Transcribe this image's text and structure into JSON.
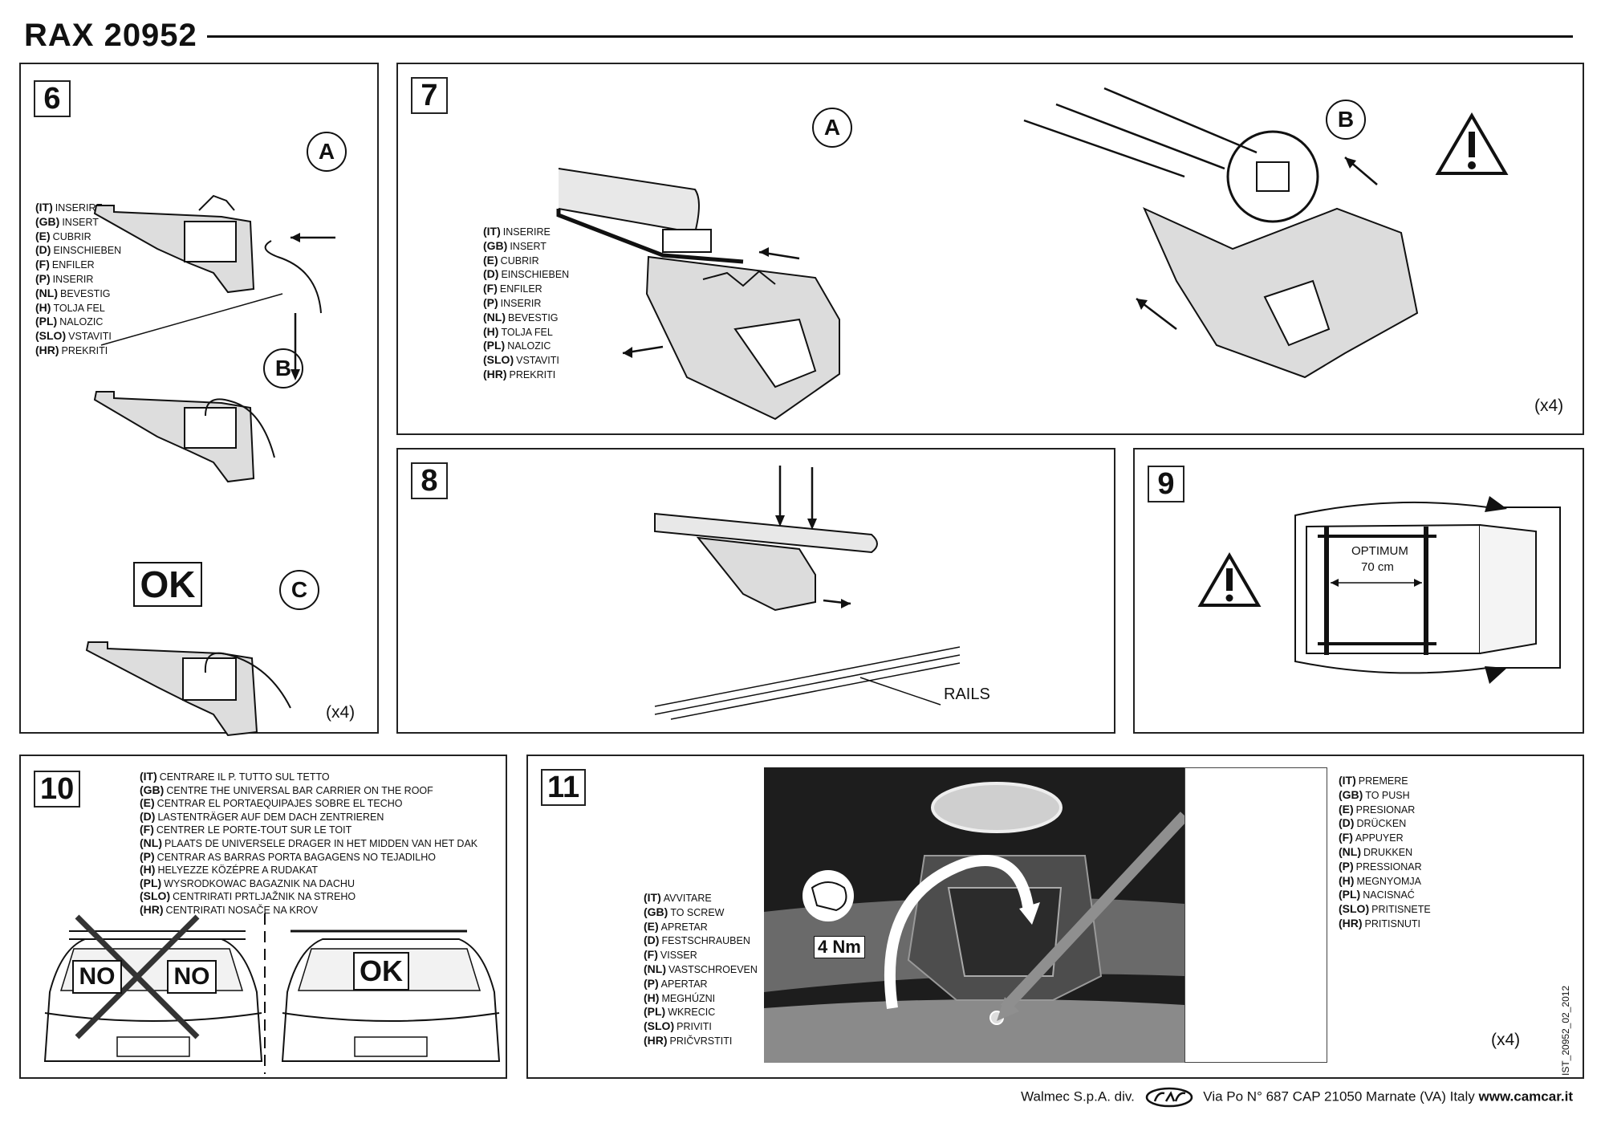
{
  "doc": {
    "title": "RAX 20952",
    "footer": {
      "company": "Walmec S.p.A. div.",
      "address": "Via Po N° 687 CAP 21050 Marnate (VA) Italy",
      "website": "www.camcar.it"
    },
    "side_code": "IST_20952_02_2012"
  },
  "panel6": {
    "number": "6",
    "labels": {
      "a": "A",
      "b": "B",
      "c": "C"
    },
    "ok": "OK",
    "count": "(x4)",
    "instructions": [
      {
        "code": "(IT)",
        "text": "INSERIRE"
      },
      {
        "code": "(GB)",
        "text": "INSERT"
      },
      {
        "code": "(E)",
        "text": "CUBRIR"
      },
      {
        "code": "(D)",
        "text": "EINSCHIEBEN"
      },
      {
        "code": "(F)",
        "text": "ENFILER"
      },
      {
        "code": "(P)",
        "text": "INSERIR"
      },
      {
        "code": "(NL)",
        "text": "BEVESTIG"
      },
      {
        "code": "(H)",
        "text": "TOLJA FEL"
      },
      {
        "code": "(PL)",
        "text": "NALOZIC"
      },
      {
        "code": "(SLO)",
        "text": "VSTAVITI"
      },
      {
        "code": "(HR)",
        "text": "PREKRITI"
      }
    ]
  },
  "panel7": {
    "number": "7",
    "labels": {
      "a": "A",
      "b": "B"
    },
    "count": "(x4)",
    "instructions": [
      {
        "code": "(IT)",
        "text": "INSERIRE"
      },
      {
        "code": "(GB)",
        "text": "INSERT"
      },
      {
        "code": "(E)",
        "text": "CUBRIR"
      },
      {
        "code": "(D)",
        "text": "EINSCHIEBEN"
      },
      {
        "code": "(F)",
        "text": "ENFILER"
      },
      {
        "code": "(P)",
        "text": "INSERIR"
      },
      {
        "code": "(NL)",
        "text": "BEVESTIG"
      },
      {
        "code": "(H)",
        "text": "TOLJA FEL"
      },
      {
        "code": "(PL)",
        "text": "NALOZIC"
      },
      {
        "code": "(SLO)",
        "text": "VSTAVITI"
      },
      {
        "code": "(HR)",
        "text": "PREKRITI"
      }
    ]
  },
  "panel8": {
    "number": "8",
    "rails_label": "RAILS"
  },
  "panel9": {
    "number": "9",
    "optimum_label": "OPTIMUM",
    "optimum_value": "70 cm"
  },
  "panel10": {
    "number": "10",
    "no_label": "NO",
    "ok_label": "OK",
    "instructions": [
      {
        "code": "(IT)",
        "text": "CENTRARE IL P. TUTTO SUL TETTO"
      },
      {
        "code": "(GB)",
        "text": "CENTRE THE UNIVERSAL BAR CARRIER ON THE ROOF"
      },
      {
        "code": "(E)",
        "text": "CENTRAR EL PORTAEQUIPAJES SOBRE EL TECHO"
      },
      {
        "code": "(D)",
        "text": "LASTENTRÄGER AUF DEM DACH ZENTRIEREN"
      },
      {
        "code": "(F)",
        "text": "CENTRER LE PORTE-TOUT SUR LE TOIT"
      },
      {
        "code": "(NL)",
        "text": "PLAATS DE UNIVERSELE DRAGER IN HET MIDDEN VAN HET DAK"
      },
      {
        "code": "(P)",
        "text": "CENTRAR AS BARRAS PORTA BAGAGENS NO TEJADILHO"
      },
      {
        "code": "(H)",
        "text": "HELYEZZE KÖZÉPRE A RUDAKAT"
      },
      {
        "code": "(PL)",
        "text": "WYSRODKOWAC BAGAZNIK NA DACHU"
      },
      {
        "code": "(SLO)",
        "text": "CENTRIRATI PRTLJAŽNIK NA STREHO"
      },
      {
        "code": "(HR)",
        "text": "CENTRIRATI NOSAČE NA KROV"
      }
    ]
  },
  "panel11": {
    "number": "11",
    "torque": "4 Nm",
    "count": "(x4)",
    "instructions_left": [
      {
        "code": "(IT)",
        "text": "AVVITARE"
      },
      {
        "code": "(GB)",
        "text": "TO SCREW"
      },
      {
        "code": "(E)",
        "text": "APRETAR"
      },
      {
        "code": "(D)",
        "text": "FESTSCHRAUBEN"
      },
      {
        "code": "(F)",
        "text": "VISSER"
      },
      {
        "code": "(NL)",
        "text": "VASTSCHROEVEN"
      },
      {
        "code": "(P)",
        "text": "APERTAR"
      },
      {
        "code": "(H)",
        "text": "MEGHÚZNI"
      },
      {
        "code": "(PL)",
        "text": "WKRECIC"
      },
      {
        "code": "(SLO)",
        "text": "PRIVITI"
      },
      {
        "code": "(HR)",
        "text": "PRIČVRSTITI"
      }
    ],
    "instructions_right": [
      {
        "code": "(IT)",
        "text": "PREMERE"
      },
      {
        "code": "(GB)",
        "text": "TO PUSH"
      },
      {
        "code": "(E)",
        "text": "PRESIONAR"
      },
      {
        "code": "(D)",
        "text": "DRÜCKEN"
      },
      {
        "code": "(F)",
        "text": "APPUYER"
      },
      {
        "code": "(NL)",
        "text": "DRUKKEN"
      },
      {
        "code": "(P)",
        "text": "PRESSIONAR"
      },
      {
        "code": "(H)",
        "text": "MEGNYOMJA"
      },
      {
        "code": "(PL)",
        "text": "NACISNAĆ"
      },
      {
        "code": "(SLO)",
        "text": "PRITISNETE"
      },
      {
        "code": "(HR)",
        "text": "PRITISNUTI"
      }
    ]
  },
  "icons": {
    "warning": "warning-triangle-icon",
    "torque": "torque-wrench-icon",
    "logo": "camcar-logo"
  }
}
